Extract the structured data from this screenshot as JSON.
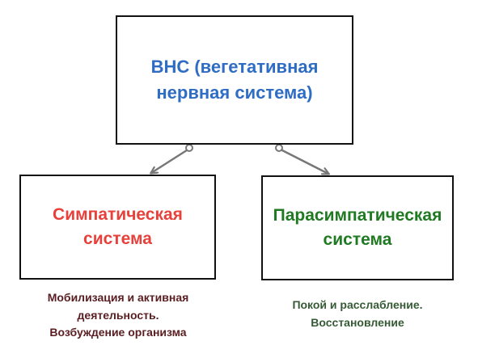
{
  "root": {
    "title_line1": "ВНС (вегетативная",
    "title_line2": "нервная система)",
    "color": "#2f6cc4"
  },
  "left": {
    "title_line1": "Симпатическая",
    "title_line2": "система",
    "color": "#e8403a",
    "caption_line1": "Мобилизация и активная",
    "caption_line2": "деятельность.",
    "caption_line3": "Возбуждение организма",
    "caption_color": "#5a1e22"
  },
  "right": {
    "title_line1": "Парасимпатическая",
    "title_line2": "система",
    "color": "#1f7a22",
    "caption_line1": "Покой и расслабление.",
    "caption_line2": "Восстановление",
    "caption_color": "#355a35"
  },
  "connector_color": "#777777"
}
